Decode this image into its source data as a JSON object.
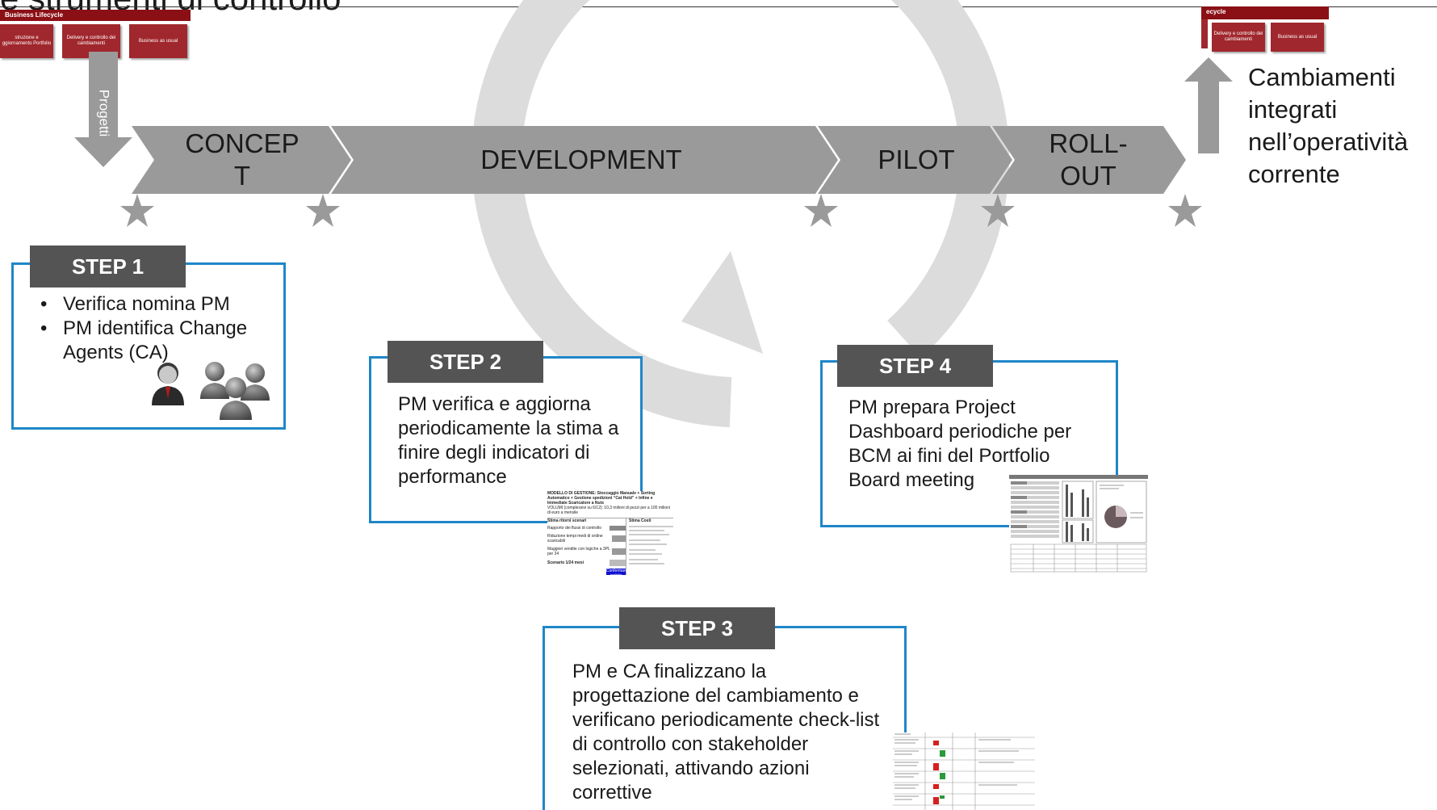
{
  "title": "e strumenti di controllo",
  "mini_lifecycle_left": {
    "header": "Business Lifecycle",
    "boxes": [
      "struzione e ggiornamento Portfolio",
      "Delivery e controllo dei cambiamenti",
      "Business as usual"
    ]
  },
  "mini_lifecycle_right": {
    "header": "ecycle",
    "boxes": [
      "Delivery e controllo dei cambiamenti",
      "Business as usual"
    ]
  },
  "progetti_label": "Progetti",
  "phases": [
    "CONCEPT",
    "DEVELOPMENT",
    "PILOT",
    "ROLL-OUT"
  ],
  "phase_lines": {
    "concept": [
      "CONCEP",
      "T"
    ],
    "rollout": [
      "ROLL-",
      "OUT"
    ]
  },
  "outcome": "Cambiamenti integrati nell’operatività corrente",
  "steps": [
    {
      "label": "STEP 1",
      "bullets": [
        "Verifica nomina PM",
        "PM identifica Change Agents (CA)"
      ]
    },
    {
      "label": "STEP 2",
      "text": "PM verifica e aggiorna periodicamente la stima a finire degli indicatori di performance"
    },
    {
      "label": "STEP 3",
      "text": "PM e CA finalizzano la progettazione del cambiamento e verificano periodicamente check-list di controllo con stakeholder selezionati, attivando azioni correttive"
    },
    {
      "label": "STEP 4",
      "text": "PM prepara Project Dashboard periodiche per BCM ai fini del Portfolio Board meeting"
    }
  ],
  "doc_step2": {
    "line1": "MODELLO DI GESTIONE: Stoccaggio Manuale + Sorting Automatico + Gestione spedizioni “Cat Hold” + Infine e Immediate Scaricatore a Nuts",
    "line2": "VOLUMI (complessivi su 6/12): 10,3 milioni di pezzi per a 100 milioni di euro a mensile",
    "col_left": "Stima ritorni scenari",
    "col_right": "Stima Costi",
    "rows": [
      "Rapporto dei flussi di controllo",
      "Riduzione tempi medi di ordine scaricabili",
      "Maggiori vendite con logiche a 3PL per 24"
    ],
    "total": "Scenario 1/24 mesi",
    "button": "Confermare ambito attuale"
  },
  "colors": {
    "step_border": "#1f86c8",
    "step_tag": "#545454",
    "arrow_gray": "#9a9a9a",
    "circle_gray": "#dcdcdc",
    "mini_red": "#a0272d"
  }
}
